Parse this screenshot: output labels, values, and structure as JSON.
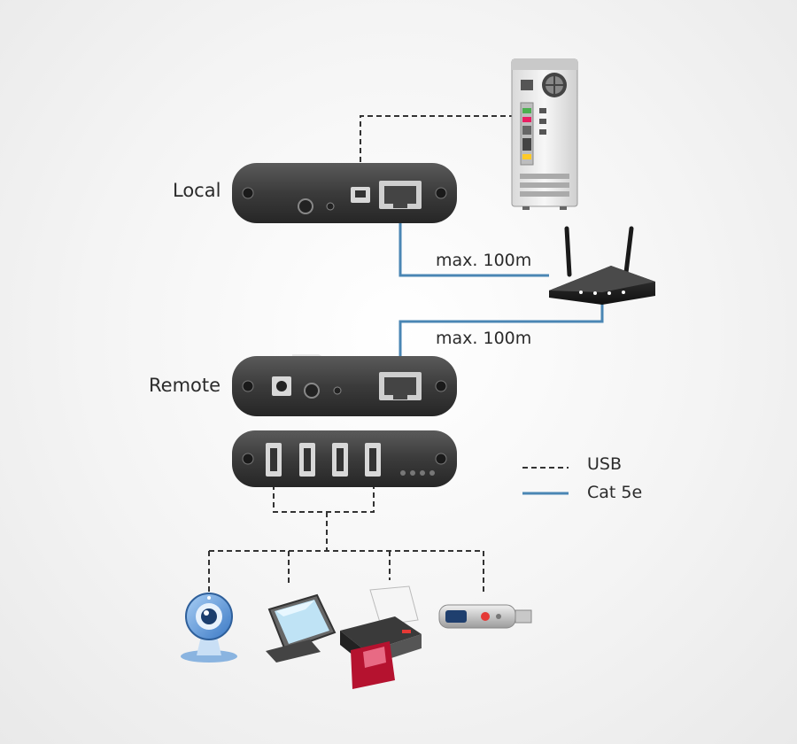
{
  "labels": {
    "local": "Local",
    "remote": "Remote",
    "distance_local": "max. 100m",
    "distance_remote": "max. 100m"
  },
  "legend": {
    "usb": "USB",
    "cat5e": "Cat 5e"
  },
  "colors": {
    "cat5e_line": "#4a86b4",
    "usb_line": "#333333",
    "device_body": "#3a3a3a"
  }
}
